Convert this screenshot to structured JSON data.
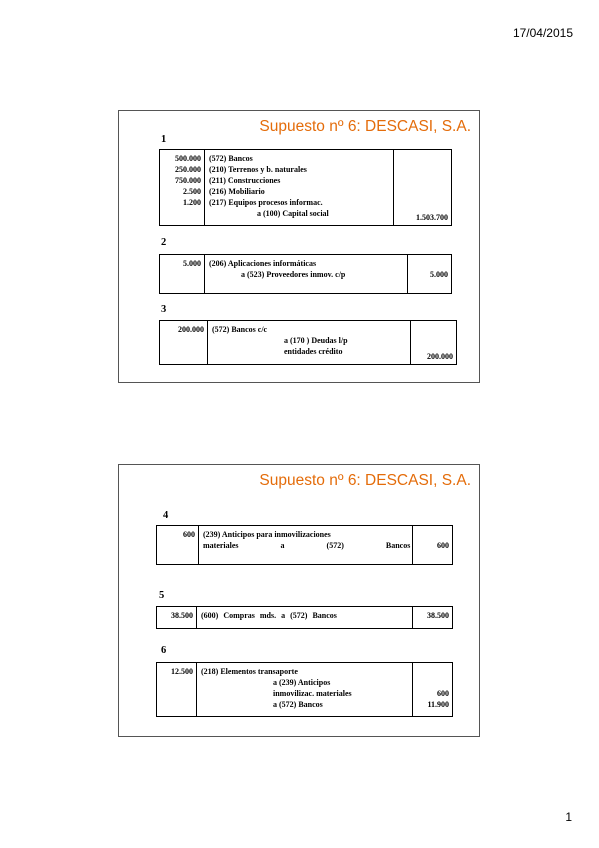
{
  "header": {
    "date": "17/04/2015"
  },
  "footer": {
    "page": "1"
  },
  "slides": [
    {
      "title": "Supuesto nº 6: DESCASI, S.A.",
      "entries": [
        {
          "number": "1",
          "debit": [
            "500.000",
            "250.000",
            "750.000",
            "2.500",
            "1.200"
          ],
          "text": [
            "(572) Bancos",
            "(210) Terrenos y b. naturales",
            "(211) Construcciones",
            "(216) Mobiliario",
            "(217) Equipos procesos informac.",
            "a (100) Capital social"
          ],
          "credit": [
            "1.503.700"
          ]
        },
        {
          "number": "2",
          "debit": [
            "5.000"
          ],
          "text": [
            "(206) Aplicaciones informáticas",
            "a (523) Proveedores inmov. c/p"
          ],
          "credit": [
            "5.000"
          ]
        },
        {
          "number": "3",
          "debit": [
            "200.000"
          ],
          "text": [
            "(572) Bancos c/c",
            "a (170 ) Deudas l/p",
            "entidades crédito"
          ],
          "credit": [
            "200.000"
          ]
        }
      ]
    },
    {
      "title": "Supuesto nº 6: DESCASI, S.A.",
      "entries": [
        {
          "number": "4",
          "debit": [
            "600"
          ],
          "text": [
            "(239) Anticipos para inmovilizaciones",
            "materiales a (572) Bancos"
          ],
          "credit": [
            "600"
          ]
        },
        {
          "number": "5",
          "debit": [
            "38.500"
          ],
          "text": [
            "(600) Compras mds. a (572) Bancos"
          ],
          "credit": [
            "38.500"
          ]
        },
        {
          "number": "6",
          "debit": [
            "12.500"
          ],
          "text": [
            "(218) Elementos transaporte",
            "a (239) Anticipos",
            "inmovilizac. materiales",
            "a (572) Bancos"
          ],
          "credit": [
            "600",
            "11.900"
          ]
        }
      ]
    }
  ]
}
